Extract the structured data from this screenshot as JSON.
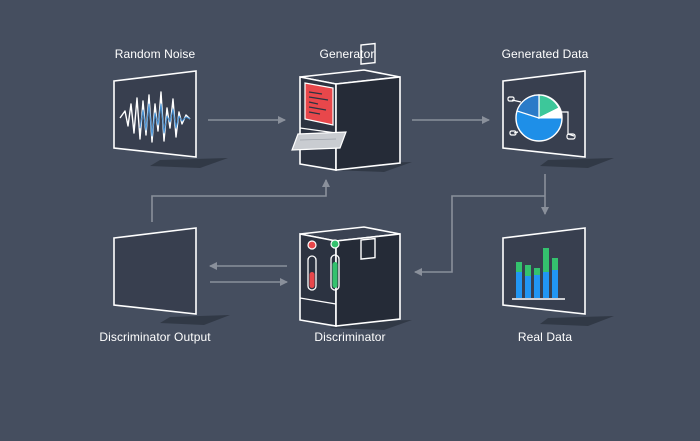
{
  "nodes": {
    "random_noise": "Random Noise",
    "generator": "Generator",
    "generated_data": "Generated Data",
    "discriminator_output": "Discriminator Output",
    "discriminator": "Discriminator",
    "real_data": "Real Data"
  },
  "colors": {
    "background": "#454e5f",
    "outline": "#ffffff",
    "panel": "#383f4f",
    "box_front": "#2c3341",
    "box_side": "#252b37",
    "arrow": "#8a909b",
    "noise_wave": "#ffffff",
    "noise_wave_accent": "#3d8fd8",
    "generator_screen": "#e8474b",
    "pie_blue": "#1e8fe8",
    "pie_teal": "#3dc79a",
    "bar_blue": "#2196f3",
    "bar_green": "#34c26e",
    "vial_red": "#e8474b",
    "vial_green": "#34c26e"
  },
  "icons": [
    "noise-waveform-icon",
    "pie-chart-icon",
    "bar-chart-icon",
    "printer-paper-icon",
    "test-tube-icon"
  ]
}
